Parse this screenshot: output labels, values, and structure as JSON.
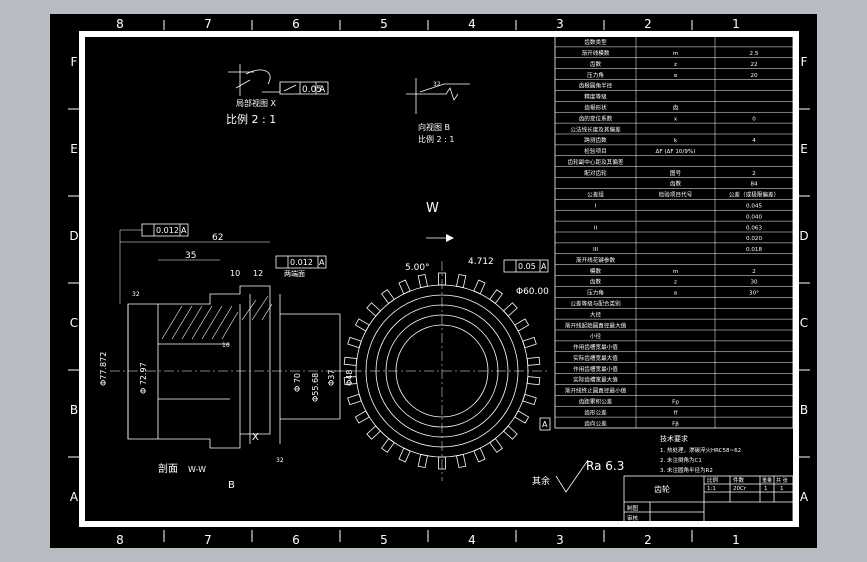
{
  "border": {
    "columns": [
      "8",
      "7",
      "6",
      "5",
      "4",
      "3",
      "2",
      "1"
    ],
    "rows": [
      "F",
      "E",
      "D",
      "C",
      "B",
      "A"
    ]
  },
  "views": {
    "detail_x": {
      "title": "局部视图 X",
      "scale": "比例 2 : 1",
      "tolerance": "0.05",
      "datum": "A"
    },
    "arrow_b": {
      "title": "向视图 B",
      "scale": "比例 2 : 1"
    },
    "section": {
      "label": "剖面",
      "code": "W-W"
    },
    "w_view": {
      "label": "W"
    },
    "b_marker": "B",
    "x_marker": "X"
  },
  "dimensions": {
    "d62": "62",
    "d35": "35",
    "d10": "10",
    "d12": "12",
    "runout1": "0.012",
    "runout1_datum": "A",
    "runout2": "0.012",
    "runout2_datum": "A",
    "datum_note": "两端面",
    "dia_left": "Φ77.872",
    "dia_inner": "Φ 72.97",
    "dia_70": "Φ 70",
    "dia_55": "Φ55.68",
    "dia_37": "Φ37",
    "dia_48": "Φ48",
    "dia_60": "Φ60.00",
    "angle": "5.00°",
    "dim_4712": "4.712",
    "parallel": "0.05",
    "parallel_datum": "A",
    "ra32": "32",
    "ra16": "16"
  },
  "roughness": {
    "label": "其余",
    "value": "Ra 6.3"
  },
  "spline_table": [
    {
      "label": "齿数类型",
      "sym": "",
      "val": ""
    },
    {
      "label": "渐开线模数",
      "sym": "m",
      "val": "2.5"
    },
    {
      "label": "齿数",
      "sym": "z",
      "val": "22"
    },
    {
      "label": "压力角",
      "sym": "α",
      "val": "20"
    },
    {
      "label": "齿根圆角半径",
      "sym": "",
      "val": ""
    },
    {
      "label": "精度等级",
      "sym": "",
      "val": ""
    },
    {
      "label": "齿根形状",
      "sym": "齿",
      "val": ""
    },
    {
      "label": "齿的变位系数",
      "sym": "x",
      "val": "0"
    },
    {
      "label": "公法线长度及其偏差",
      "sym": "",
      "val": ""
    },
    {
      "label": "跨测齿数",
      "sym": "k",
      "val": "4"
    },
    {
      "label": "检验项目",
      "sym": "ΔF (ΔF 10/9%)",
      "val": ""
    },
    {
      "label": "齿轮副中心距及其偏差",
      "sym": "",
      "val": ""
    },
    {
      "label": "配对齿轮",
      "sym": "图号",
      "val": "2"
    },
    {
      "label": "",
      "sym": "齿数",
      "val": "84"
    },
    {
      "label": "公差组",
      "sym": "检验项目代号",
      "val": "公差（或极限偏差）"
    },
    {
      "label": "I",
      "sym": "",
      "val": "0.045"
    },
    {
      "label": "",
      "sym": "",
      "val": "0.040"
    },
    {
      "label": "II",
      "sym": "",
      "val": "0.063"
    },
    {
      "label": "",
      "sym": "",
      "val": "0.020"
    },
    {
      "label": "III",
      "sym": "",
      "val": "0.018"
    },
    {
      "label": "渐开线花键参数",
      "sym": "",
      "val": ""
    },
    {
      "label": "模数",
      "sym": "m",
      "val": "2"
    },
    {
      "label": "齿数",
      "sym": "z",
      "val": "30"
    },
    {
      "label": "压力角",
      "sym": "α",
      "val": "30°"
    },
    {
      "label": "公差等级与配合类别",
      "sym": "",
      "val": ""
    },
    {
      "label": "大径",
      "sym": "",
      "val": ""
    },
    {
      "label": "渐开线起始圆直径最大值",
      "sym": "",
      "val": ""
    },
    {
      "label": "小径",
      "sym": "",
      "val": ""
    },
    {
      "label": "作用齿槽宽最小值",
      "sym": "",
      "val": ""
    },
    {
      "label": "实际齿槽宽最大值",
      "sym": "",
      "val": ""
    },
    {
      "label": "作用齿槽宽最小值",
      "sym": "",
      "val": ""
    },
    {
      "label": "实际齿槽宽最大值",
      "sym": "",
      "val": ""
    },
    {
      "label": "渐开线终止圆直径最小值",
      "sym": "",
      "val": ""
    },
    {
      "label": "齿距累积公差",
      "sym": "Fp",
      "val": ""
    },
    {
      "label": "齿形公差",
      "sym": "ff",
      "val": ""
    },
    {
      "label": "齿向公差",
      "sym": "Fβ",
      "val": ""
    }
  ],
  "tech_notes": {
    "title": "技术要求",
    "items": [
      "1. 热处理，渗碳淬火HRC58~62",
      "2. 未注倒角为C1",
      "3. 未注圆角半径为R2"
    ]
  },
  "title_block": {
    "part_name": "齿轮",
    "scale_label": "比例",
    "qty_label": "件数",
    "weight_label": "重量",
    "sheet_label": "共 张",
    "scale": "1:1",
    "material": "20Cr",
    "qty": "1",
    "sheet": "1",
    "drawn": "制图",
    "checked": "审核"
  },
  "colors": {
    "paper": "#000000",
    "ink": "#ffffff",
    "margin": "#b7bcc3"
  }
}
